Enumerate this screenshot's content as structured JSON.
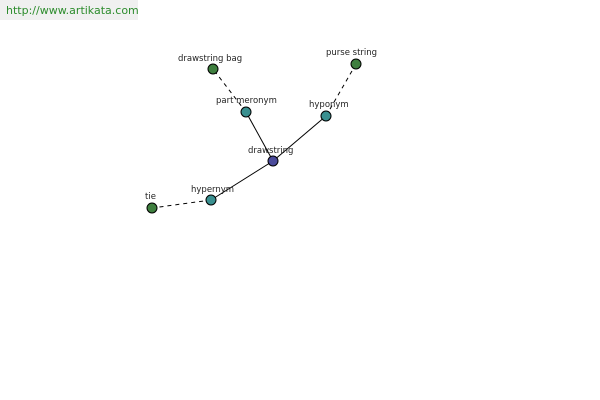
{
  "header": {
    "url": "http://www.artikata.com"
  },
  "graph": {
    "colors": {
      "center": "#4a4a9a",
      "relation": "#3a9090",
      "leaf": "#3f7f3f",
      "edge": "#000000"
    },
    "nodes": [
      {
        "id": "drawstring",
        "label": "drawstring",
        "kind": "center"
      },
      {
        "id": "part-meronym",
        "label": "part meronym",
        "kind": "relation"
      },
      {
        "id": "hyponym",
        "label": "hyponym",
        "kind": "relation"
      },
      {
        "id": "hypernym",
        "label": "hypernym",
        "kind": "relation"
      },
      {
        "id": "drawstring-bag",
        "label": "drawstring bag",
        "kind": "leaf"
      },
      {
        "id": "purse-string",
        "label": "purse string",
        "kind": "leaf"
      },
      {
        "id": "tie",
        "label": "tie",
        "kind": "leaf"
      }
    ],
    "edges": [
      {
        "from": "drawstring",
        "to": "part-meronym",
        "style": "solid"
      },
      {
        "from": "drawstring",
        "to": "hyponym",
        "style": "solid"
      },
      {
        "from": "drawstring",
        "to": "hypernym",
        "style": "solid"
      },
      {
        "from": "part-meronym",
        "to": "drawstring-bag",
        "style": "dashed"
      },
      {
        "from": "hyponym",
        "to": "purse-string",
        "style": "dashed"
      },
      {
        "from": "hypernym",
        "to": "tie",
        "style": "dashed"
      }
    ]
  }
}
